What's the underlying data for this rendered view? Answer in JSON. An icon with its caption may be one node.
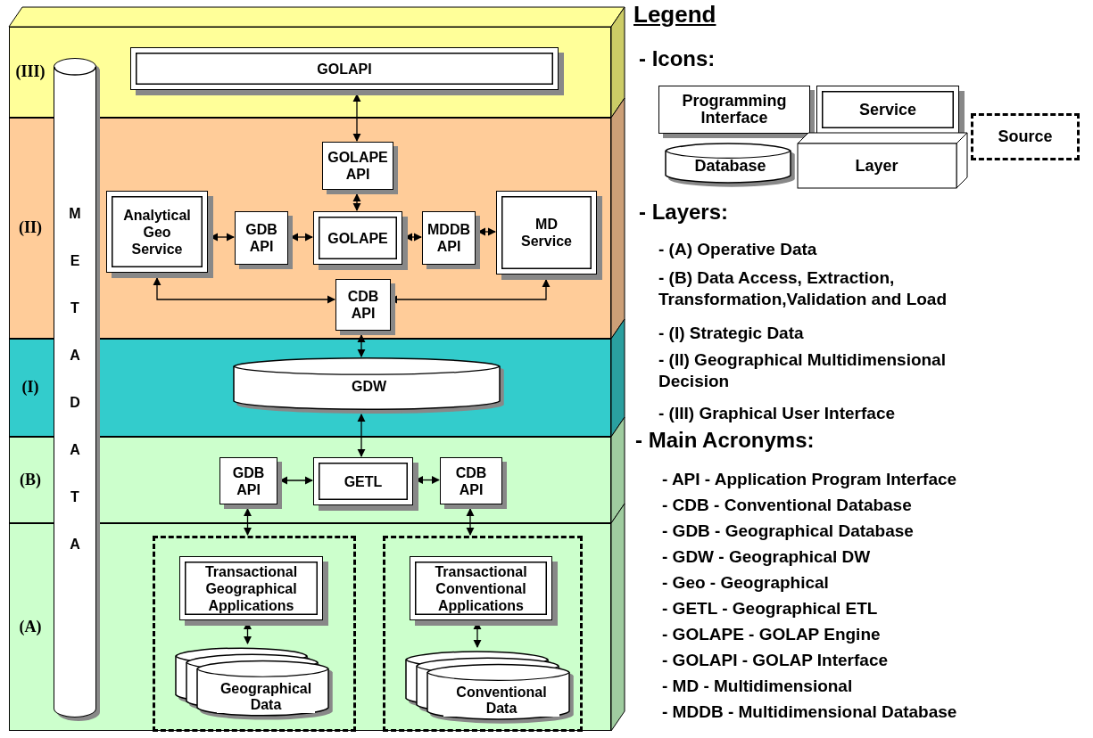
{
  "diagram": {
    "nodes": [
      {
        "text": [
          "(III)"
        ]
      },
      {
        "text": [
          "GOLAPI"
        ],
        "in": 0
      },
      {
        "text": [
          "(II)"
        ]
      },
      {
        "text": [
          "GOLAPE API"
        ],
        "in": 2
      },
      {
        "text": [
          "Analytical Geo Service"
        ],
        "in": 2
      },
      {
        "text": [
          "GDB API"
        ],
        "in": 2
      },
      {
        "text": [
          "GOLAPE"
        ],
        "in": 2
      },
      {
        "text": [
          "MDDB API"
        ],
        "in": 2
      },
      {
        "text": [
          "MD Service"
        ],
        "in": 2
      },
      {
        "text": [
          "CDB API"
        ],
        "in": 2
      },
      {
        "text": [
          "(I)"
        ]
      },
      {
        "text": [
          "GDW"
        ],
        "in": 10
      },
      {
        "text": [
          "(B)"
        ]
      },
      {
        "text": [
          "GDB API"
        ],
        "in": 12
      },
      {
        "text": [
          "GETL"
        ],
        "in": 12
      },
      {
        "text": [
          "CDB API"
        ],
        "in": 12
      },
      {
        "text": [
          "(A)"
        ]
      },
      {
        "text": [],
        "shape": "box",
        "in": 16
      },
      {
        "text": [
          "Transactional Geographical Applications"
        ],
        "in": 17
      },
      {
        "text": [
          "Geographical Data"
        ],
        "in": 17
      },
      {
        "text": [],
        "shape": "box",
        "in": 16
      },
      {
        "text": [
          "Transactional Conventional Applications"
        ],
        "in": 20
      },
      {
        "text": [
          "Conventional Data"
        ],
        "in": 20
      },
      {
        "text": [
          "METADATA"
        ]
      },
      {
        "text": [
          "Programming Interface"
        ]
      },
      {
        "text": [
          "Service"
        ]
      },
      {
        "text": [
          "Source"
        ]
      },
      {
        "text": [
          "Database"
        ]
      },
      {
        "text": [
          "Layer"
        ]
      }
    ],
    "edges": [
      {
        "from": 1,
        "to": 3,
        "arrow": "both"
      },
      {
        "from": 3,
        "to": 6,
        "arrow": "both"
      },
      {
        "from": 4,
        "to": 5,
        "arrow": "both"
      },
      {
        "from": 5,
        "to": 6,
        "arrow": "both"
      },
      {
        "from": 6,
        "to": 7,
        "arrow": "both"
      },
      {
        "from": 7,
        "to": 8,
        "arrow": "both"
      },
      {
        "from": 4,
        "to": 9,
        "arrow": "both"
      },
      {
        "from": 8,
        "to": 9,
        "arrow": "both"
      },
      {
        "from": 9,
        "to": 11,
        "arrow": "both"
      },
      {
        "from": 11,
        "to": 14,
        "arrow": "both"
      },
      {
        "from": 13,
        "to": 14,
        "arrow": "both"
      },
      {
        "from": 14,
        "to": 15,
        "arrow": "both"
      },
      {
        "from": 13,
        "to": 17,
        "arrow": "both"
      },
      {
        "from": 15,
        "to": 20,
        "arrow": "both"
      },
      {
        "from": 18,
        "to": 19,
        "arrow": "both"
      },
      {
        "from": 21,
        "to": 22,
        "arrow": "both"
      }
    ],
    "labels": [
      "Legend",
      "- Icons:",
      "- Layers:",
      "- (A) Operative Data",
      "- (B) Data Access, Extraction, Transformation,Validation and Load",
      "- (I) Strategic Data",
      "- (II) Geographical Multidimensional Decision",
      "- (III) Graphical User Interface",
      "- Main Acronyms:",
      "- API - Application Program Interface",
      "- CDB - Conventional Database",
      "- GDB - Geographical Database",
      "- GDW - Geographical DW",
      "- Geo - Geographical",
      "- GETL - Geographical ETL",
      "- GOLAPE - GOLAP Engine",
      "- GOLAPI - GOLAP Interface",
      "- MD - Multidimensional",
      "- MDDB - Multidimensional Database"
    ]
  }
}
